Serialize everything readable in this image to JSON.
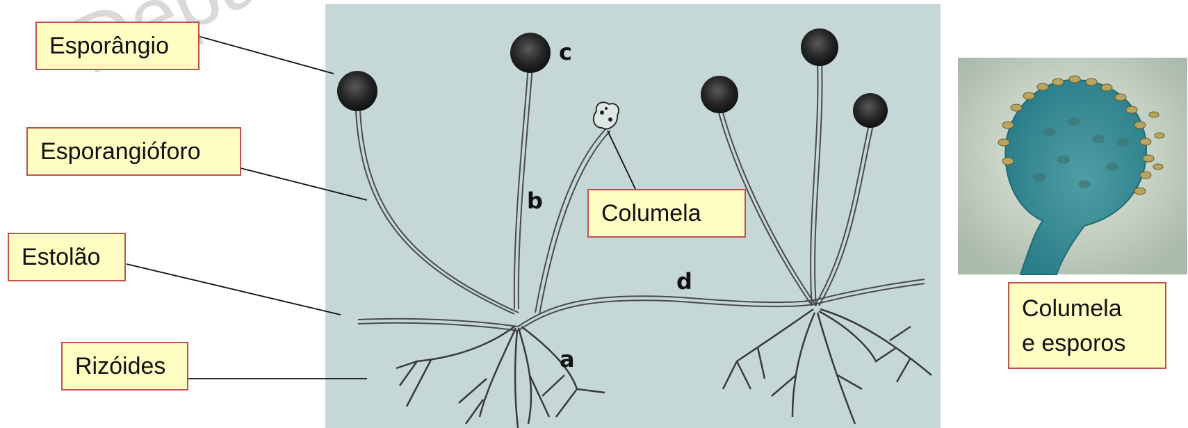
{
  "watermark": "Departa",
  "labels": {
    "esporangio": "Esporângio",
    "esporangioforo": "Esporangióforo",
    "estolao": "Estolão",
    "rizoides": "Rizóides",
    "columela": "Columela",
    "columela_esporos_line1": "Columela",
    "columela_esporos_line2": "e esporos"
  },
  "panel_letters": {
    "a": "a",
    "b": "b",
    "c": "c",
    "d": "d"
  },
  "colors": {
    "label_fill": "#fffdc2",
    "label_border": "#c0504d",
    "drawing_background": "#c5d8d7",
    "micrograph_background": "#b9c9bd",
    "sporangium": "#222222"
  }
}
